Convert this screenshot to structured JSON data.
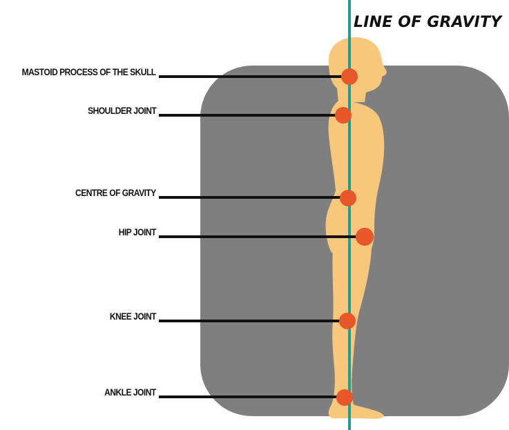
{
  "title": "LINE OF GRAVITY",
  "landmarks": [
    {
      "id": "mastoid",
      "label": "MASTOID PROCESS OF THE SKULL"
    },
    {
      "id": "shoulder",
      "label": "SHOULDER JOINT"
    },
    {
      "id": "centre",
      "label": "CENTRE OF GRAVITY"
    },
    {
      "id": "hip",
      "label": "HIP JOINT"
    },
    {
      "id": "knee",
      "label": "KNEE JOINT"
    },
    {
      "id": "ankle",
      "label": "ANKLE JOINT"
    }
  ],
  "colors": {
    "background_panel": "#7f7f7f",
    "body": "#f7c77b",
    "joint_marker": "#e8572a",
    "gravity_line": "#1f9e96",
    "leader_line": "#111111",
    "text": "#111111"
  }
}
